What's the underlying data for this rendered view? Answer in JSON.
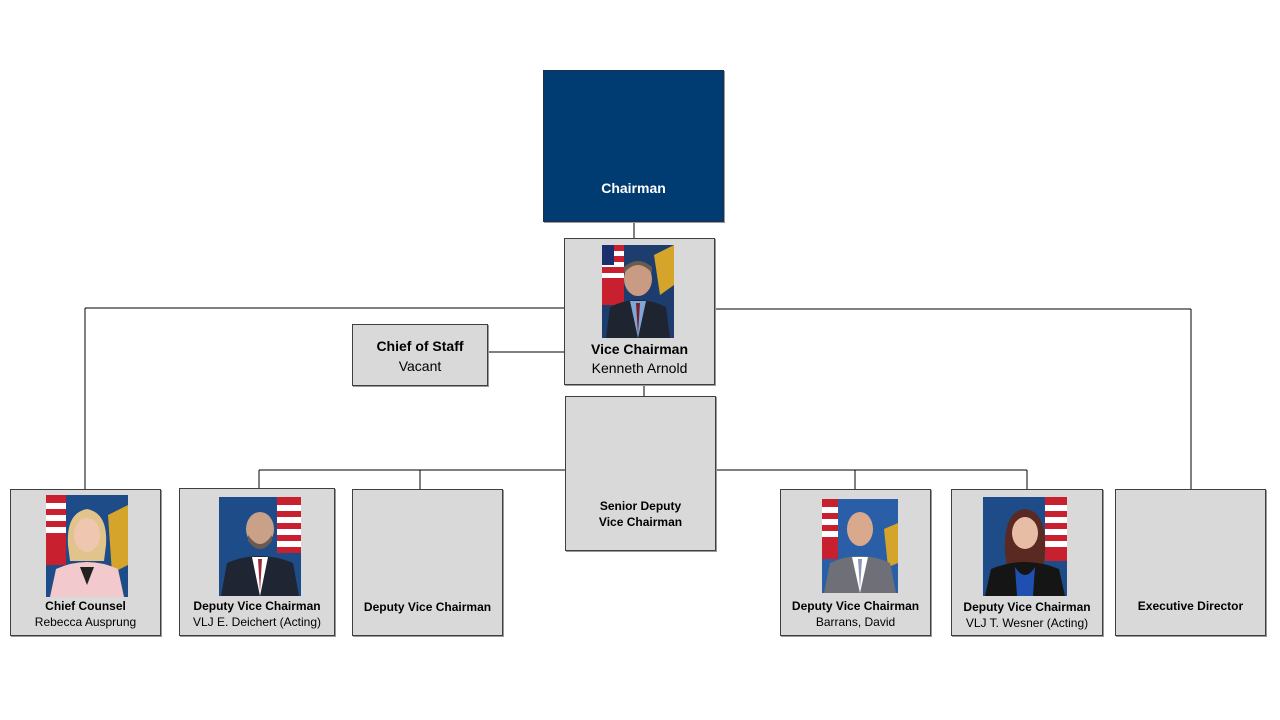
{
  "chairman": {
    "title": "Chairman"
  },
  "vice_chairman": {
    "title": "Vice Chairman",
    "name": "Kenneth Arnold"
  },
  "chief_of_staff": {
    "title": "Chief of Staff",
    "name": "Vacant"
  },
  "senior_deputy": {
    "title_line1": "Senior Deputy",
    "title_line2": "Vice Chairman"
  },
  "chief_counsel": {
    "title": "Chief Counsel",
    "name": "Rebecca Ausprung"
  },
  "dvc_deichert": {
    "title": "Deputy Vice Chairman",
    "name": "VLJ E. Deichert (Acting)"
  },
  "dvc_vacant": {
    "title": "Deputy Vice Chairman"
  },
  "dvc_barrans": {
    "title": "Deputy Vice Chairman",
    "name": "Barrans, David"
  },
  "dvc_wesner": {
    "title": "Deputy Vice Chairman",
    "name": "VLJ T. Wesner (Acting)"
  },
  "executive_director": {
    "title": "Executive Director"
  },
  "colors": {
    "chairman_fill": "#003b71",
    "box_fill": "#d9d9d9",
    "line": "#000000"
  }
}
